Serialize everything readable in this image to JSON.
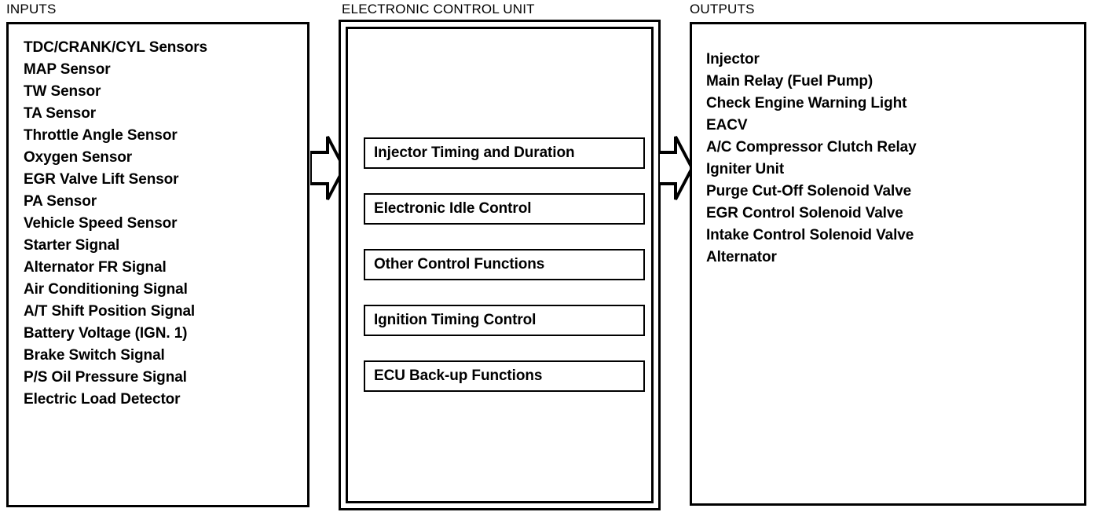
{
  "diagram": {
    "title_inputs": "INPUTS",
    "title_ecu": "ELECTRONIC CONTROL UNIT",
    "title_outputs": "OUTPUTS",
    "stroke_color": "#000000",
    "background_color": "#ffffff"
  },
  "inputs": {
    "heading": "INPUTS",
    "items": [
      "TDC/CRANK/CYL Sensors",
      "MAP Sensor",
      "TW Sensor",
      "TA Sensor",
      "Throttle Angle Sensor",
      "Oxygen Sensor",
      "EGR Valve Lift Sensor",
      " PA Sensor",
      "Vehicle Speed Sensor",
      "Starter Signal",
      "Alternator FR Signal",
      "Air Conditioning Signal",
      "A/T Shift Position Signal",
      "Battery Voltage (IGN. 1)",
      "Brake Switch Signal",
      "P/S Oil Pressure Signal",
      "Electric Load Detector"
    ]
  },
  "ecu": {
    "heading": "ELECTRONIC CONTROL UNIT",
    "functions": [
      "Injector Timing and Duration",
      "Electronic Idle Control",
      "Other Control Functions",
      "Ignition Timing Control",
      "ECU Back-up Functions"
    ]
  },
  "outputs": {
    "heading": "OUTPUTS",
    "items": [
      "Injector",
      "Main Relay (Fuel Pump)",
      "Check Engine  Warning Light",
      "EACV",
      "A/C Compressor Clutch Relay",
      "Igniter Unit",
      "Purge Cut-Off Solenoid Valve",
      "EGR Control Solenoid Valve",
      " Intake Control Solenoid Valve",
      " Alternator"
    ]
  },
  "arrows": [
    {
      "name": "inputs-to-ecu",
      "direction": "right"
    },
    {
      "name": "ecu-to-outputs",
      "direction": "right"
    }
  ]
}
